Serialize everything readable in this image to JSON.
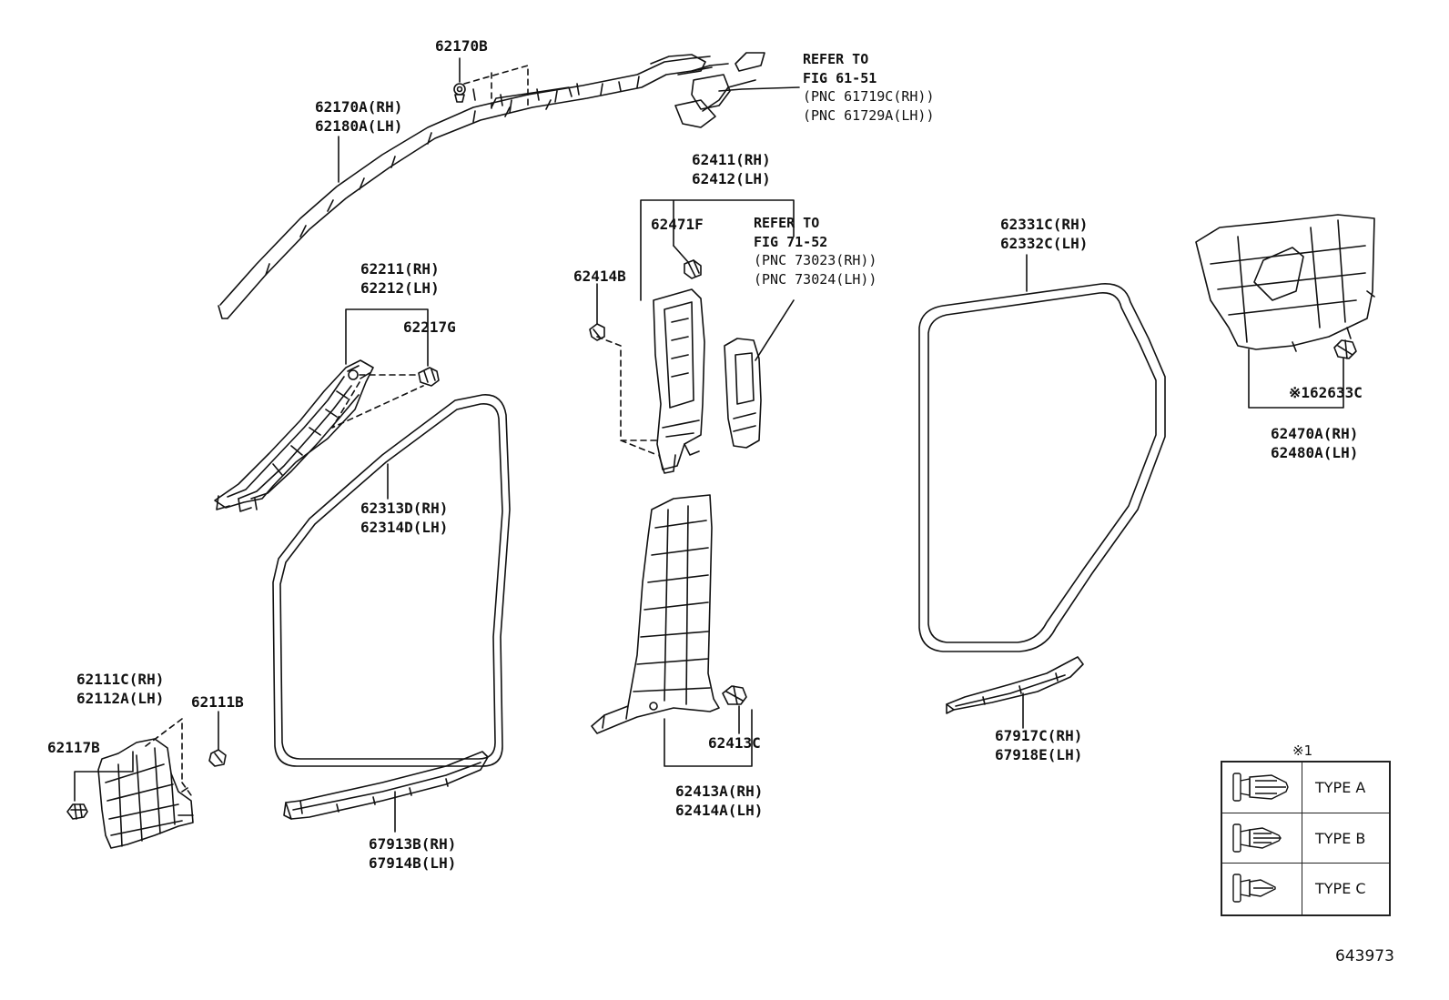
{
  "parts": {
    "p62170b": "62170B",
    "p62170a": [
      "62170A(RH)",
      "62180A(LH)"
    ],
    "refer_airbag": [
      "REFER TO",
      "FIG 61-51",
      "(PNC 61719C(RH))",
      "(PNC 61729A(LH))"
    ],
    "p62411": [
      "62411(RH)",
      "62412(LH)"
    ],
    "p62471f": "62471F",
    "refer_belt": [
      "REFER TO",
      "FIG 71-52",
      "(PNC 73023(RH))",
      "(PNC 73024(LH))"
    ],
    "p62414b": "62414B",
    "p62331c": [
      "62331C(RH)",
      "62332C(LH)"
    ],
    "p62211": [
      "62211(RH)",
      "62212(LH)"
    ],
    "p62217g": "62217G",
    "p62633c": "※162633C",
    "p62470a": [
      "62470A(RH)",
      "62480A(LH)"
    ],
    "p62313d": [
      "62313D(RH)",
      "62314D(LH)"
    ],
    "p62111c": [
      "62111C(RH)",
      "62112A(LH)"
    ],
    "p62111b": "62111B",
    "p62117b": "62117B",
    "p62413c": "62413C",
    "p62413a": [
      "62413A(RH)",
      "62414A(LH)"
    ],
    "p67917c": [
      "67917C(RH)",
      "67918E(LH)"
    ],
    "p67913b": [
      "67913B(RH)",
      "67914B(LH)"
    ]
  },
  "legend": {
    "mark": "※1",
    "rows": [
      {
        "type": "TYPE A",
        "icon": "clip-type-a-icon"
      },
      {
        "type": "TYPE B",
        "icon": "clip-type-b-icon"
      },
      {
        "type": "TYPE C",
        "icon": "clip-type-c-icon"
      }
    ]
  },
  "diagram_id": "643973"
}
